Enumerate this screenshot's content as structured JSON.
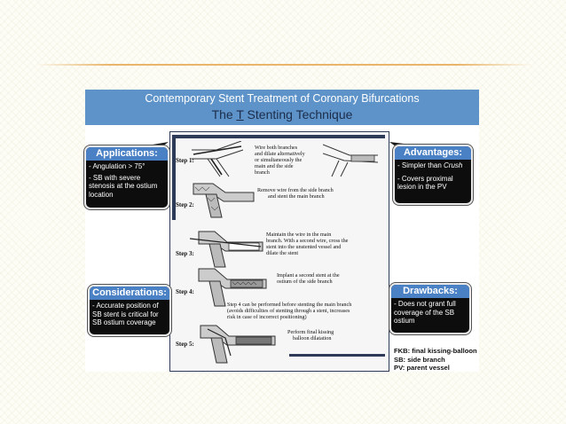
{
  "header": {
    "title": "Contemporary Stent Treatment of Coronary Bifurcations",
    "subtitle_pre": "The ",
    "subtitle_t": "T",
    "subtitle_post": "  Stenting Technique"
  },
  "applications": {
    "title": "Applications:",
    "items": [
      "- Angulation > 75°",
      "- SB with severe stenosis at the ostium location"
    ]
  },
  "advantages": {
    "title": "Advantages:",
    "item1_pre": "- Simpler than ",
    "item1_em": "Crush",
    "item2": "- Covers proximal lesion in the PV"
  },
  "considerations": {
    "title": "Considerations:",
    "item": "- Accurate position of SB stent is critical for SB ostium coverage"
  },
  "drawbacks": {
    "title": "Drawbacks:",
    "item": "- Does not grant full coverage of the SB ostium"
  },
  "steps": [
    {
      "label": "Step 1:",
      "desc": [
        "Wire both branches",
        "and dilate alternatively",
        "or simultaneously the",
        "main and the side",
        "branch"
      ]
    },
    {
      "label": "Step 2:",
      "desc": [
        "Remove wire from the side branch",
        "and stent the main branch"
      ]
    },
    {
      "label": "Step 3:",
      "desc": [
        "Maintain the wire in the main",
        "branch. With a second wire, cross the",
        "stent into the unstented vessel and",
        "dilate the stent"
      ]
    },
    {
      "label": "Step 4:",
      "desc": [
        "Implant a second stent at the",
        "ostium of the side branch"
      ]
    },
    {
      "label": "Step 5:",
      "desc": [
        "Perform final kissing",
        "balloon dilatation"
      ]
    }
  ],
  "note": [
    "Step 4 can be performed before stenting the main branch",
    "(avoids difficulties of stenting through a stent, increases",
    "risk in case of incorrect positioning)"
  ],
  "legend": [
    "FKB: final kissing-balloon",
    "SB: side branch",
    "PV: parent vessel"
  ],
  "colors": {
    "header": "#5e93c9",
    "box_title": "#4a80c4",
    "box_bg": "#0d0d0d",
    "frame": "#2e3b58"
  }
}
